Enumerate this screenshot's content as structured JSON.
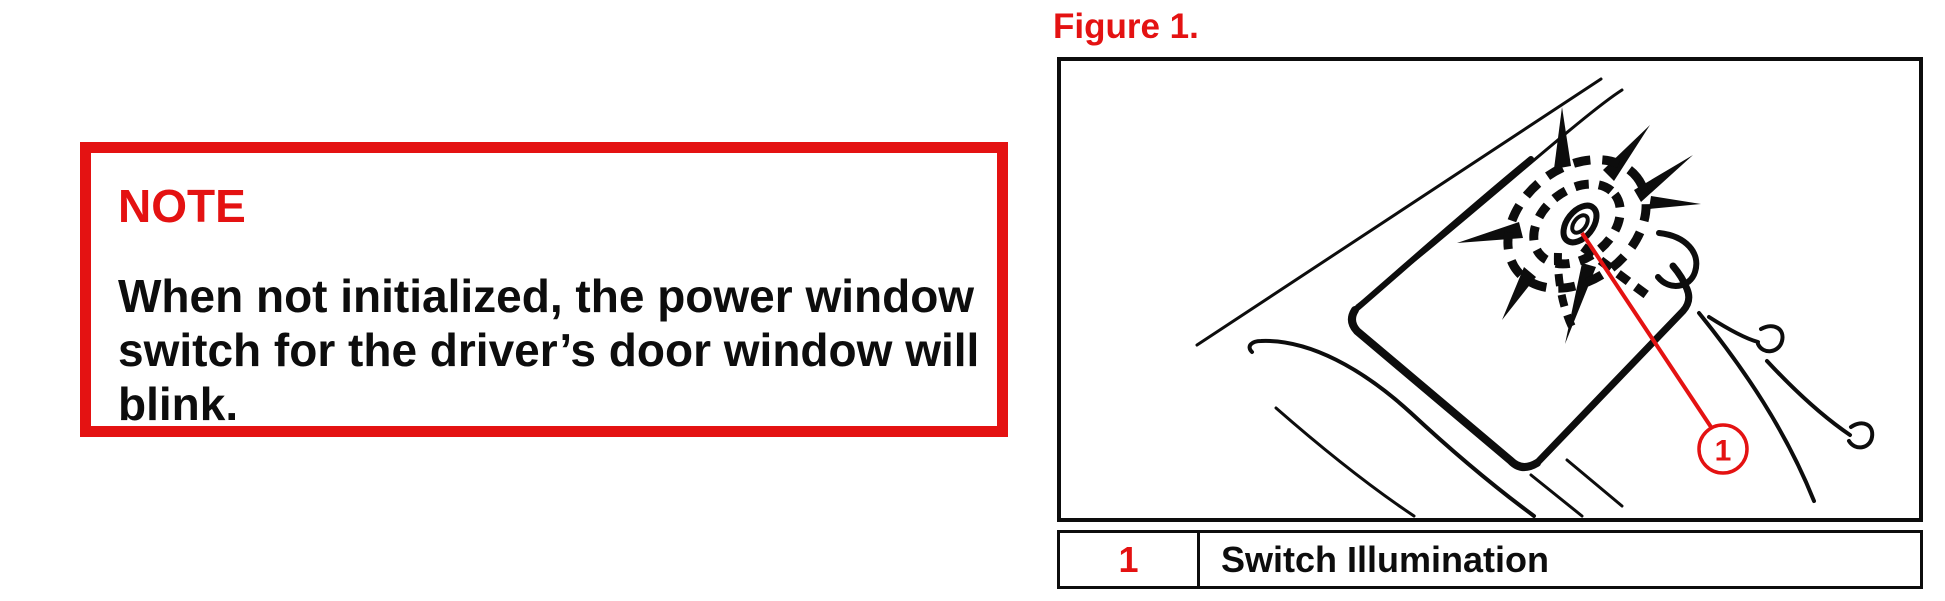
{
  "note": {
    "title": "NOTE",
    "body_lines": [
      "When not initialized, the power window",
      "switch for the driver’s door window will",
      "blink."
    ]
  },
  "figure": {
    "label": "Figure 1.",
    "callout_number": "1",
    "description": "Line drawing of driver's door power window switch with blinking illumination starburst and red leader line to callout 1"
  },
  "legend": {
    "rows": [
      {
        "number": "1",
        "label": "Switch Illumination"
      }
    ]
  },
  "colors": {
    "accent_red": "#e41212",
    "ink_black": "#0d0d0d",
    "background": "#ffffff"
  }
}
